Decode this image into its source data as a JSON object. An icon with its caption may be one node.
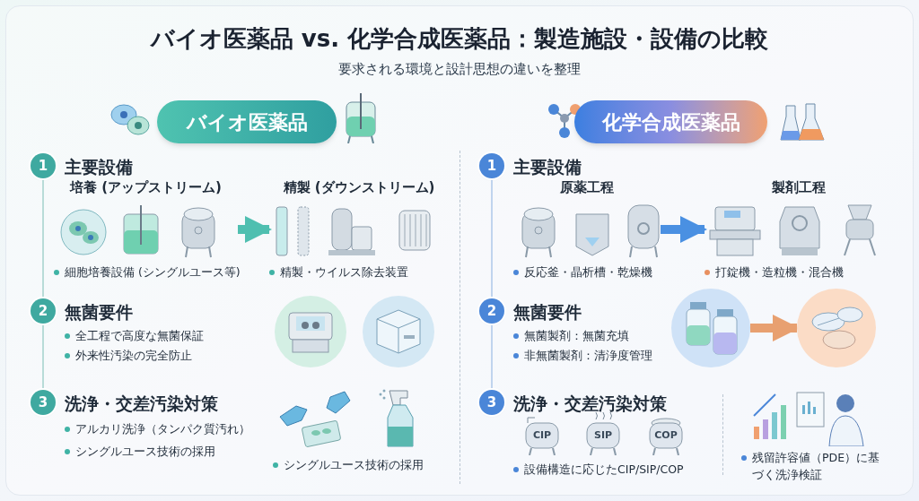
{
  "diagram": {
    "title": "バイオ医薬品 vs. 化学合成医薬品：製造施設・設備の比較",
    "nodes": [
      {
        "text": [
          "バイオ医薬品"
        ]
      },
      {
        "text": [
          "化学合成医薬品"
        ]
      },
      {
        "text": [
          "培養 (アップストリーム)",
          "細胞培養設備 (シングルユース等)"
        ]
      },
      {
        "text": [
          "精製 (ダウンストリーム)",
          "精製・ウイルス除去装置"
        ]
      },
      {
        "text": [
          "原薬工程",
          "反応釜・晶析槽・乾燥機"
        ]
      },
      {
        "text": [
          "製剤工程",
          "打錠機・造粒機・混合機"
        ]
      },
      {
        "text": [],
        "shape": "picture"
      },
      {
        "text": [],
        "shape": "picture"
      },
      {
        "text": [
          "1"
        ]
      },
      {
        "text": [
          "2"
        ]
      },
      {
        "text": [
          "3"
        ]
      },
      {
        "text": [
          "1"
        ]
      },
      {
        "text": [
          "2"
        ]
      },
      {
        "text": [
          "3"
        ]
      }
    ],
    "edges": [
      {
        "from": 2,
        "to": 3,
        "arrow": "to",
        "style": "thick",
        "color": "#4fbfb0"
      },
      {
        "from": 4,
        "to": 5,
        "arrow": "to",
        "style": "thick",
        "color": "#4a90e2"
      },
      {
        "from": 6,
        "to": 7,
        "arrow": "to",
        "style": "thick",
        "color": "#e8a070"
      },
      {
        "from": 8,
        "to": 9,
        "arrow": "none",
        "color": "#b8dcd8"
      },
      {
        "from": 9,
        "to": 10,
        "arrow": "none",
        "color": "#b8dcd8"
      },
      {
        "from": 11,
        "to": 12,
        "arrow": "none",
        "color": "#c0d4ee"
      },
      {
        "from": 12,
        "to": 13,
        "arrow": "none",
        "color": "#c0d4ee"
      }
    ],
    "labels": [
      "要求される環境と設計思想の違いを整理",
      "主要設備",
      "無菌要件",
      "全工程で高度な無菌保証",
      "外来性汚染の完全防止",
      "洗浄・交差汚染対策",
      "アルカリ洗浄（タンパク質汚れ）",
      "シングルユース技術の採用",
      "シングルユース技術の採用",
      "主要設備",
      "無菌要件",
      "無菌製剤：無菌充填",
      "非無菌製剤：清浄度管理",
      "洗浄・交差汚染対策",
      "CIP",
      "SIP",
      "COP",
      "設備構造に応じたCIP/SIP/COP",
      "残留許容値（PDE）に基づく洗浄検証"
    ]
  }
}
